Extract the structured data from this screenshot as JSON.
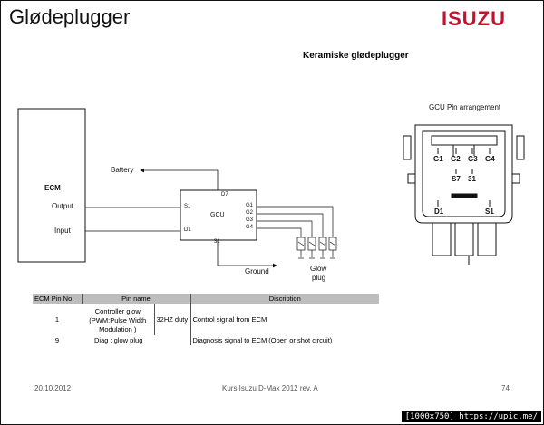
{
  "slide": {
    "title": "Glødeplugger",
    "subtitle": "Keramiske glødeplugger",
    "brand": "ISUZU"
  },
  "wiring": {
    "ecm_label": "ECM",
    "ecm_output": "Output",
    "ecm_input": "Input",
    "battery": "Battery",
    "gcu": "GCU",
    "pin_d7": "D7",
    "pin_s1": "S1",
    "pin_d1": "D1",
    "pin_31": "31",
    "pin_g1": "G1",
    "pin_g2": "G2",
    "pin_g3": "G3",
    "pin_g4": "G4",
    "ground": "Ground",
    "glow_plug": "Glow",
    "glow_plug_2": "plug"
  },
  "connector": {
    "title": "GCU Pin arrangement",
    "top_pins": [
      "G1",
      "G2",
      "G3",
      "G4"
    ],
    "mid_pins": [
      "S7",
      "31"
    ],
    "bottom_left": "D1",
    "bottom_right": "S1"
  },
  "table": {
    "headers": [
      "ECM Pin No.",
      "Pin name",
      "",
      "Discription"
    ],
    "row1": {
      "pin": "1",
      "name_line1": "Controller glow",
      "name_line2": "(PWM:Pulse Width",
      "name_line3": "Modulation )",
      "duty": "32HZ duty",
      "desc": "Control signal from ECM"
    },
    "row2": {
      "pin": "9",
      "name": "Diag : glow plug",
      "desc": "Diagnosis signal to ECM (Open or shot circuit)"
    }
  },
  "footer": {
    "date": "20.10.2012",
    "course": "Kurs Isuzu D-Max 2012 rev. A",
    "page": "74"
  },
  "watermark": "[1000x750] https://upic.me/"
}
